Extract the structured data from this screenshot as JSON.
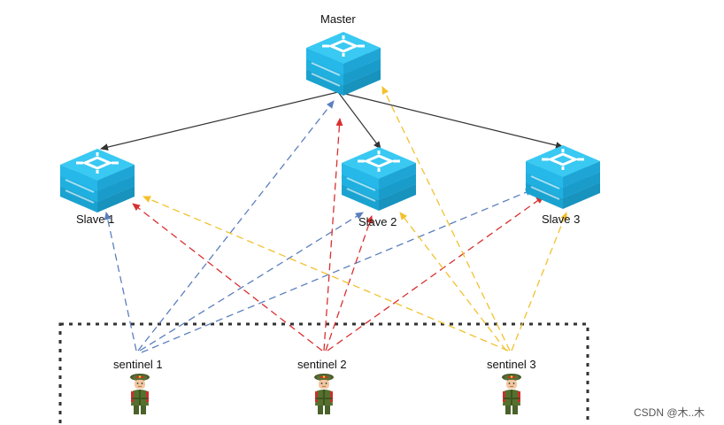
{
  "nodes": {
    "master": {
      "label": "Master"
    },
    "slave1": {
      "label": "Slave 1"
    },
    "slave2": {
      "label": "Slave 2"
    },
    "slave3": {
      "label": "Slave 3"
    },
    "sentinel1": {
      "label": "sentinel 1"
    },
    "sentinel2": {
      "label": "sentinel 2"
    },
    "sentinel3": {
      "label": "sentinel 3"
    }
  },
  "colors": {
    "redis_box": "#1fb6e6",
    "redis_top": "#39c9f2",
    "replication_arrow": "#333333",
    "sentinel1_links": "#5b7fbf",
    "sentinel2_links": "#d93030",
    "sentinel3_links": "#f2c12e",
    "sentinel_group_border": "#333333"
  },
  "icons": {
    "redis": "redis-server-icon",
    "sentinel": "soldier-icon"
  },
  "watermark": "CSDN @木..木"
}
